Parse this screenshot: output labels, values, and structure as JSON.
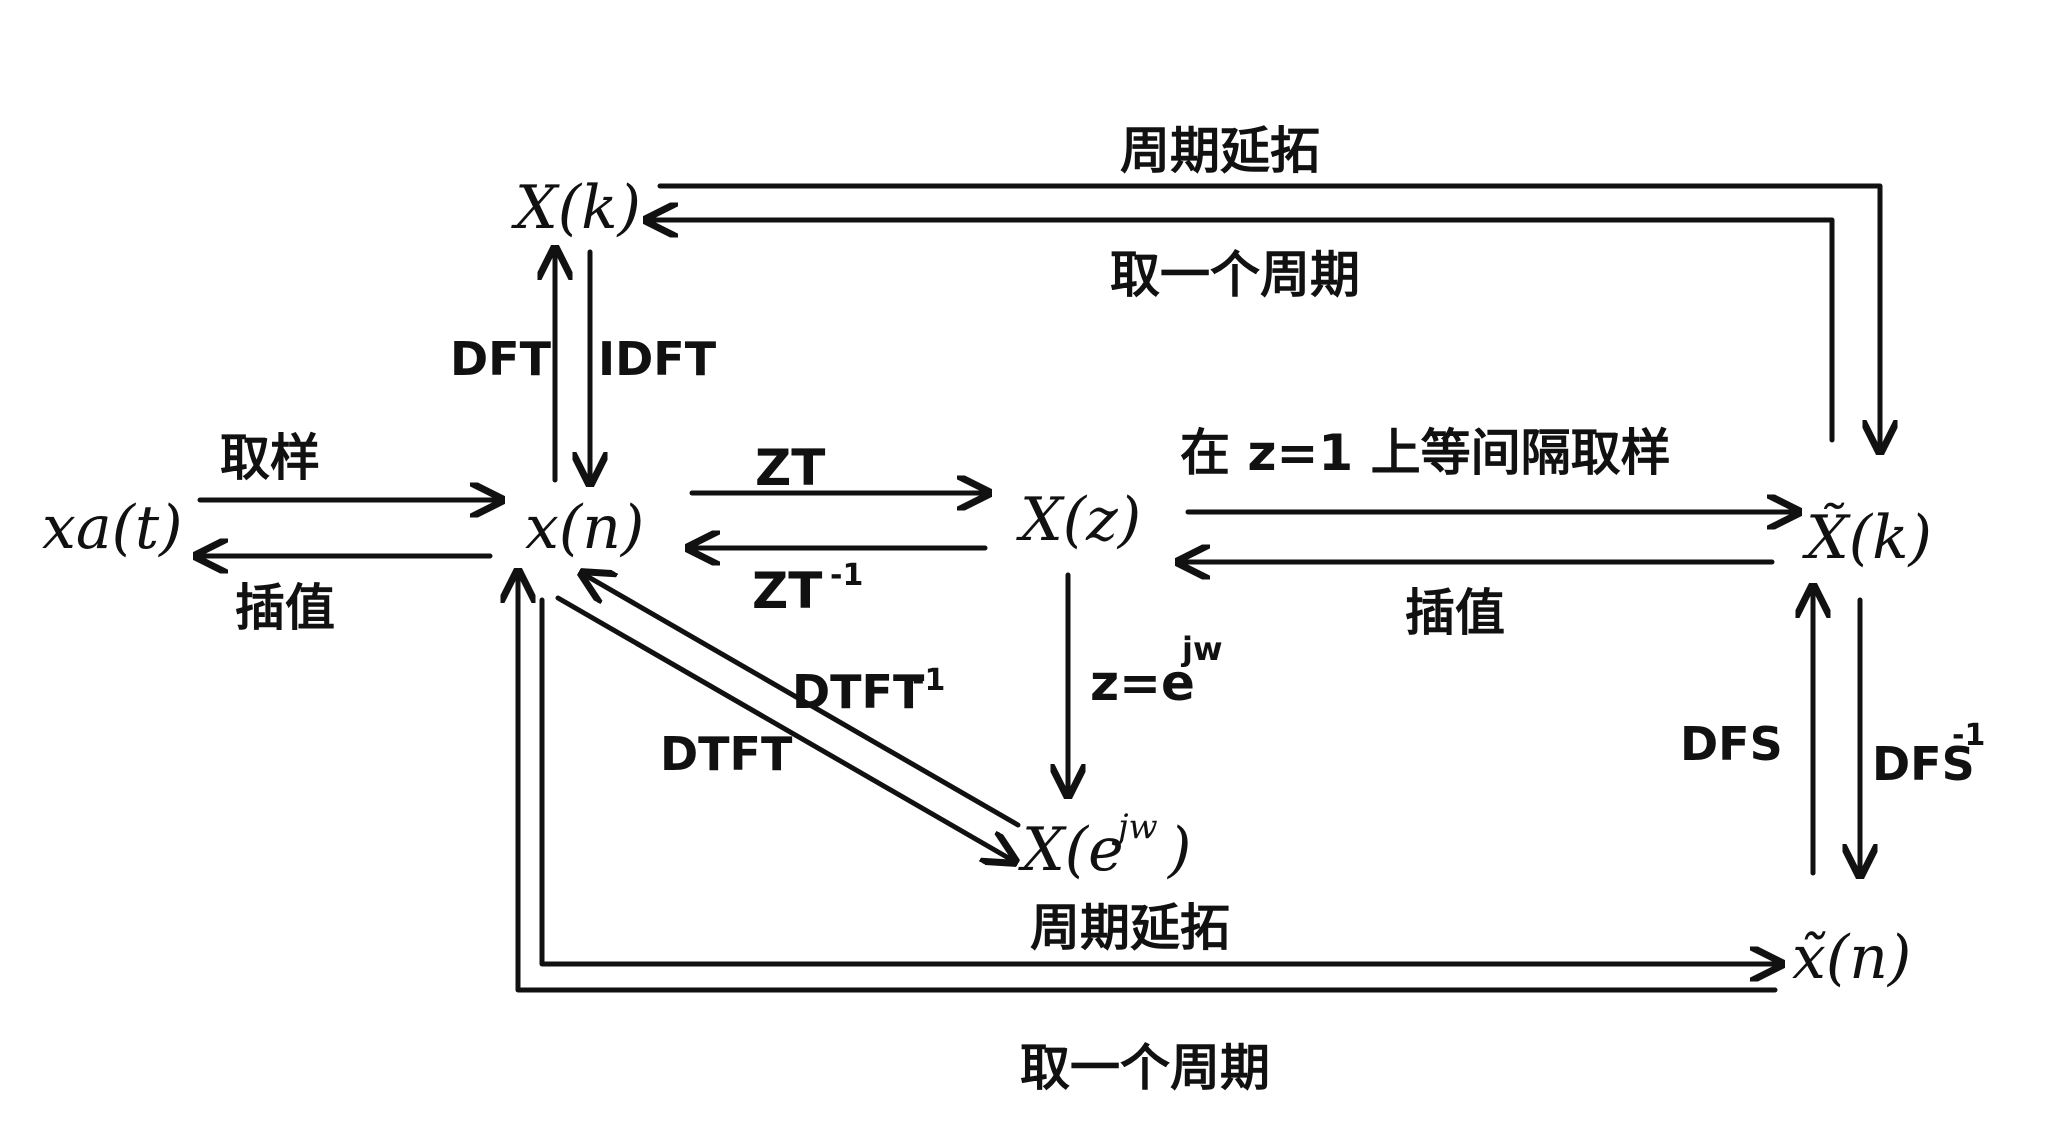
{
  "nodes": {
    "xa_t": "xa(t)",
    "x_n": "x(n)",
    "X_k": "X(k)",
    "X_z": "X(z)",
    "X_ejw": "X(e",
    "X_ejw_sup": "jw",
    "X_ejw_close": ")",
    "Xt_k": "X̃(k)",
    "xt_n": "x̃(n)"
  },
  "labels": {
    "sampling": "取样",
    "interpolation_left": "插值",
    "zt": "ZT",
    "zt_inv": "ZT",
    "zt_inv_sup": "-1",
    "dft": "DFT",
    "idft": "IDFT",
    "dtft": "DTFT",
    "dtft_inv": "DTFT",
    "dtft_inv_sup": "-1",
    "z_sub": "z=e",
    "z_sub_sup": "jw",
    "unit_circle_sampling": "在 z=1 上等间隔取样",
    "interpolation_right": "插值",
    "dfs": "DFS",
    "dfs_inv": "DFS",
    "dfs_inv_sup": "-1",
    "periodic_ext_top": "周期延拓",
    "take_one_period_top": "取一个周期",
    "periodic_ext_bottom": "周期延拓",
    "take_one_period_bottom": "取一个周期"
  },
  "colors": {
    "ink": "#111111",
    "background": "#ffffff"
  }
}
